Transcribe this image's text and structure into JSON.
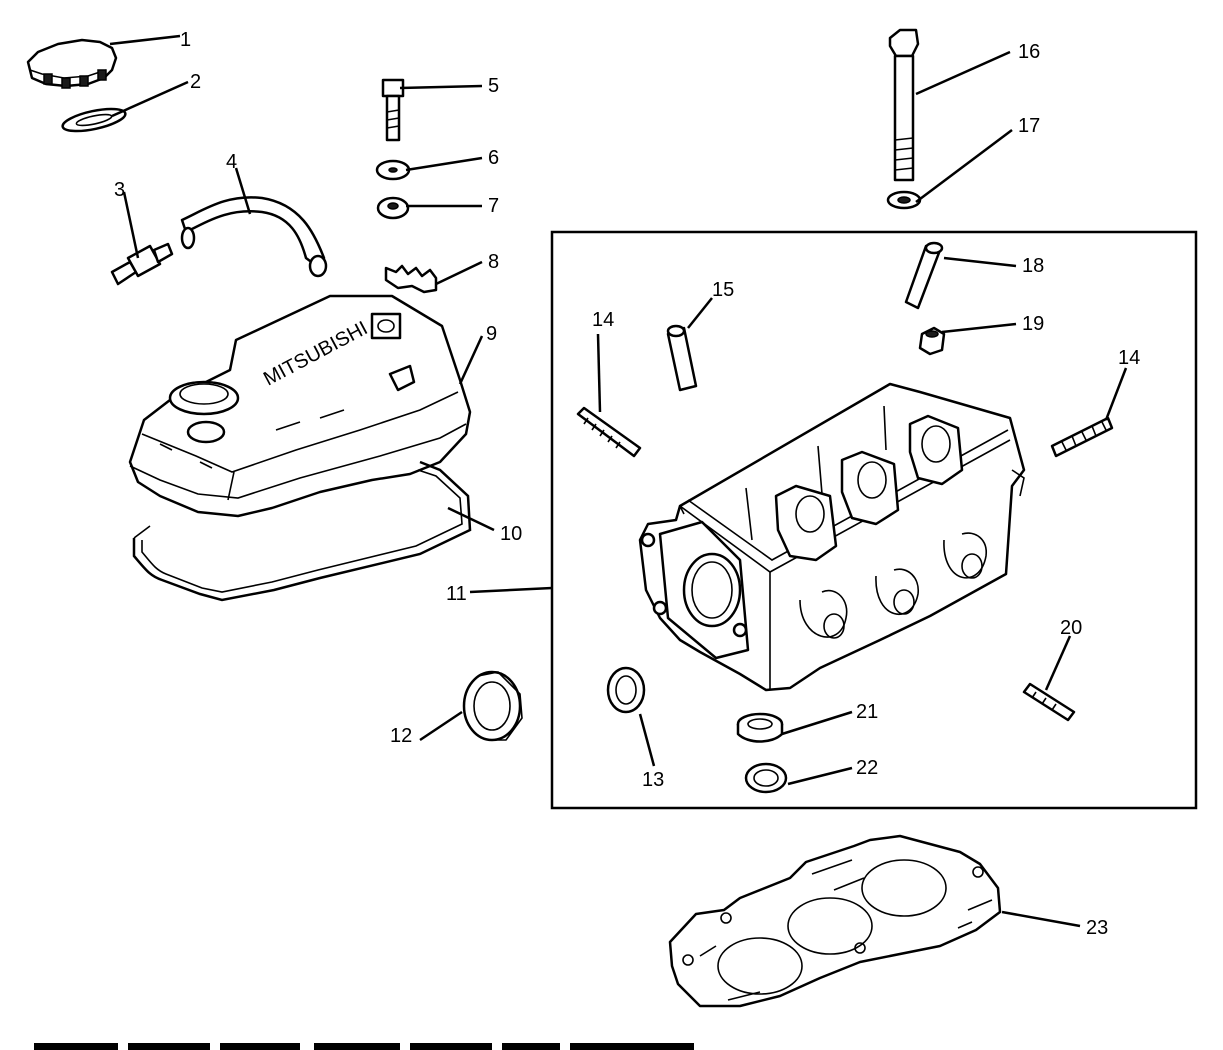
{
  "diagram": {
    "callouts": [
      "1",
      "2",
      "3",
      "4",
      "5",
      "6",
      "7",
      "8",
      "9",
      "10",
      "11",
      "12",
      "13",
      "14",
      "14",
      "15",
      "16",
      "17",
      "18",
      "19",
      "20",
      "21",
      "22",
      "23"
    ],
    "cover_emblem_text": "MITSUBISHI",
    "colors": {
      "ink": "#000000",
      "paper": "#ffffff"
    }
  }
}
